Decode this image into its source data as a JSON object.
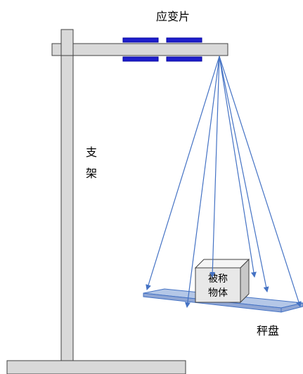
{
  "labels": {
    "strain_gauge": "应变片",
    "support_line1": "支",
    "support_line2": "架",
    "object_line1": "被称",
    "object_line2": "物体",
    "scale_pan": "秤盘"
  },
  "colors": {
    "frame_fill": "#d9d9d9",
    "frame_stroke": "#404040",
    "gauge_fill": "#1f1fcc",
    "gauge_stripe": "#0000a0",
    "arrow": "#4472c4",
    "pan_top": "#b4c7e7",
    "pan_edge": "#8fa6d4",
    "box_front": "#e8e8e8",
    "box_side": "#c8c8c8",
    "box_top": "#f5f5f5"
  },
  "diagram": {
    "arrow_count": 6
  }
}
